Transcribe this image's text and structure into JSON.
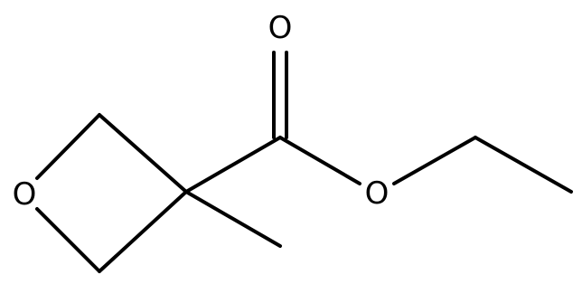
{
  "molecule": {
    "atoms": {
      "ring_oxygen": "O",
      "carbonyl_oxygen": "O",
      "ester_oxygen": "O"
    },
    "colors": {
      "bond": "#000000",
      "label": "#000000",
      "background": "#ffffff"
    }
  }
}
